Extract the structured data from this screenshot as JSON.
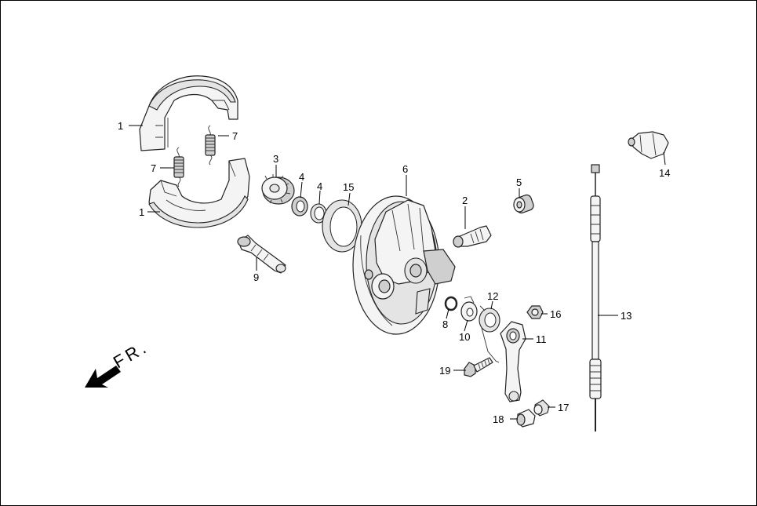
{
  "diagram": {
    "front_marker": "FR.",
    "labels": [
      {
        "id": "l-1a",
        "text": "1"
      },
      {
        "id": "l-1b",
        "text": "1"
      },
      {
        "id": "l-7a",
        "text": "7"
      },
      {
        "id": "l-7b",
        "text": "7"
      },
      {
        "id": "l-3",
        "text": "3"
      },
      {
        "id": "l-4a",
        "text": "4"
      },
      {
        "id": "l-4b",
        "text": "4"
      },
      {
        "id": "l-15",
        "text": "15"
      },
      {
        "id": "l-6",
        "text": "6"
      },
      {
        "id": "l-2",
        "text": "2"
      },
      {
        "id": "l-5",
        "text": "5"
      },
      {
        "id": "l-14",
        "text": "14"
      },
      {
        "id": "l-9",
        "text": "9"
      },
      {
        "id": "l-8",
        "text": "8"
      },
      {
        "id": "l-10",
        "text": "10"
      },
      {
        "id": "l-12",
        "text": "12"
      },
      {
        "id": "l-16",
        "text": "16"
      },
      {
        "id": "l-11",
        "text": "11"
      },
      {
        "id": "l-13",
        "text": "13"
      },
      {
        "id": "l-19",
        "text": "19"
      },
      {
        "id": "l-17",
        "text": "17"
      },
      {
        "id": "l-18",
        "text": "18"
      }
    ]
  }
}
